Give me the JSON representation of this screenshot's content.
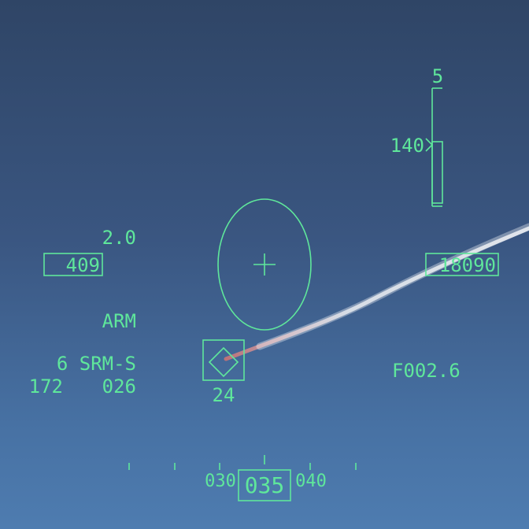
{
  "hud": {
    "color": "#5fe79b",
    "altitude_scale_top": "5",
    "vertical_speed_readout": "140",
    "g_load": "2.0",
    "airspeed": "409",
    "altitude": "18090",
    "master_arm": "ARM",
    "weapon": "6 SRM-S",
    "bottom_left_left": "172",
    "bottom_left_right": "026",
    "target_range_readout": "F002.6",
    "target_box_label": "24",
    "heading": {
      "current": "035",
      "left_label": "030",
      "right_label": "040"
    }
  },
  "scene": {
    "sky_top_color": "#2f4566",
    "sky_bottom_color": "#4e7cb0",
    "missile_trail_color": "#ffffff",
    "missile_trail_tip_color": "#d9726f"
  }
}
